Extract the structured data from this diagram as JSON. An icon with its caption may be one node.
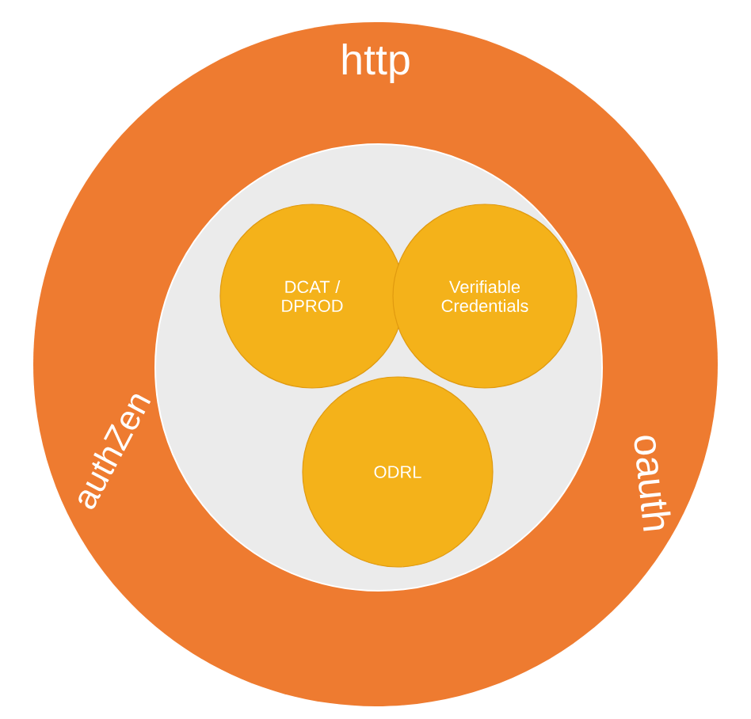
{
  "diagram": {
    "nodes": [
      {
        "text": [
          "http",
          "authZen",
          "oauth"
        ]
      },
      {
        "text": [],
        "shape": "circle",
        "in": 0
      },
      {
        "text": [
          "DCAT / DPROD"
        ],
        "in": 1
      },
      {
        "text": [
          "Verifiable Credentials"
        ],
        "in": 1
      },
      {
        "text": [
          "ODRL"
        ],
        "in": 1
      }
    ]
  }
}
